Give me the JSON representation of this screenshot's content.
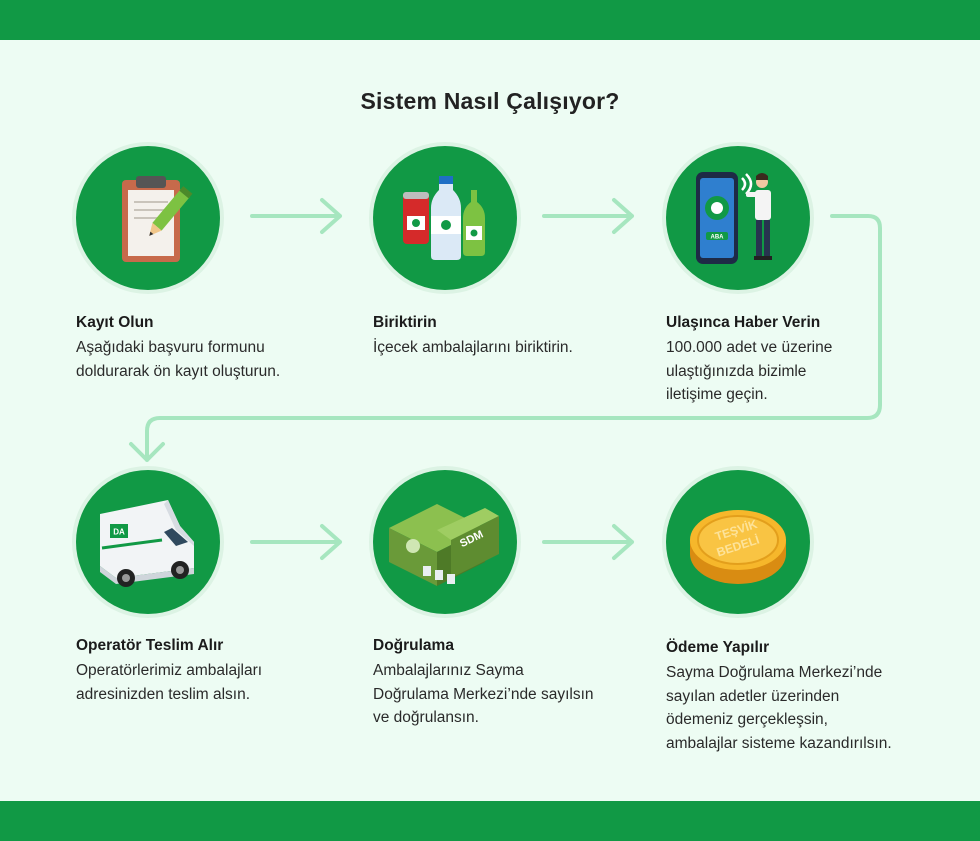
{
  "page": {
    "title": "Sistem Nasıl Çalışıyor?"
  },
  "colors": {
    "band": "#119945",
    "background": "#edfcf3",
    "circle": "#119945",
    "arrow": "#a6e6bf"
  },
  "steps": [
    {
      "icon": "clipboard-pencil-icon",
      "title": "Kayıt Olun",
      "desc": [
        "Aşağıdaki başvuru formunu",
        "doldurarak ön kayıt oluşturun."
      ]
    },
    {
      "icon": "beverage-containers-icon",
      "title": "Biriktirin",
      "desc": [
        "İçecek ambalajlarını biriktirin."
      ]
    },
    {
      "icon": "phone-notification-icon",
      "title": "Ulaşınca Haber Verin",
      "desc": [
        "100.000 adet ve üzerine",
        "ulaştığınızda bizimle",
        "iletişime geçin."
      ]
    },
    {
      "icon": "delivery-van-icon",
      "title": "Operatör Teslim Alır",
      "desc": [
        "Operatörlerimiz ambalajları",
        "adresinizden teslim alsın."
      ]
    },
    {
      "icon": "counting-center-building-icon",
      "title": "Doğrulama",
      "desc": [
        "Ambalajlarınız Sayma",
        "Doğrulama Merkezi’nde sayılsın",
        "ve doğrulansın."
      ]
    },
    {
      "icon": "incentive-coin-icon",
      "title": "Ödeme Yapılır",
      "desc": [
        "Sayma Doğrulama Merkezi’nde",
        "sayılan adetler üzerinden",
        "ödemeniz gerçekleşsin,",
        "ambalajlar sisteme kazandırılsın."
      ]
    }
  ],
  "icon_labels": {
    "phone_brand": "ABA",
    "van_logo": "DA",
    "building_sign": "SDM",
    "coin_line1": "TEŞVİK",
    "coin_line2": "BEDELİ"
  }
}
